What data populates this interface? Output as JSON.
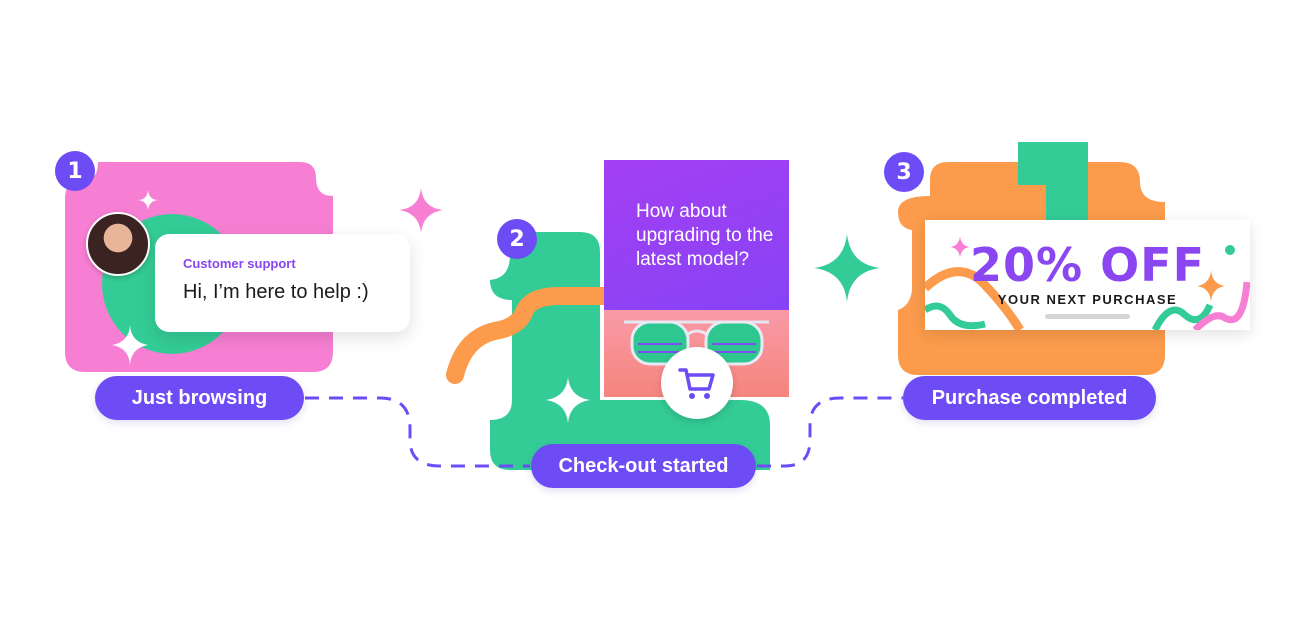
{
  "steps": [
    {
      "number": "1",
      "label": "Just browsing"
    },
    {
      "number": "2",
      "label": "Check-out started"
    },
    {
      "number": "3",
      "label": "Purchase completed"
    }
  ],
  "chat": {
    "title": "Customer support",
    "message": "Hi, I’m here to help :)"
  },
  "ad": {
    "text": "How about upgrading to the latest model?"
  },
  "coupon": {
    "headline": "20% OFF",
    "subline": "YOUR NEXT PURCHASE"
  },
  "colors": {
    "accent": "#6d4cf6",
    "pink": "#f77fd3",
    "green": "#34cc96",
    "orange": "#fb9b4b",
    "purple_text": "#8a46f0"
  },
  "icons": [
    "sparkle-icon",
    "cart-icon",
    "avatar",
    "dashed-connector"
  ]
}
